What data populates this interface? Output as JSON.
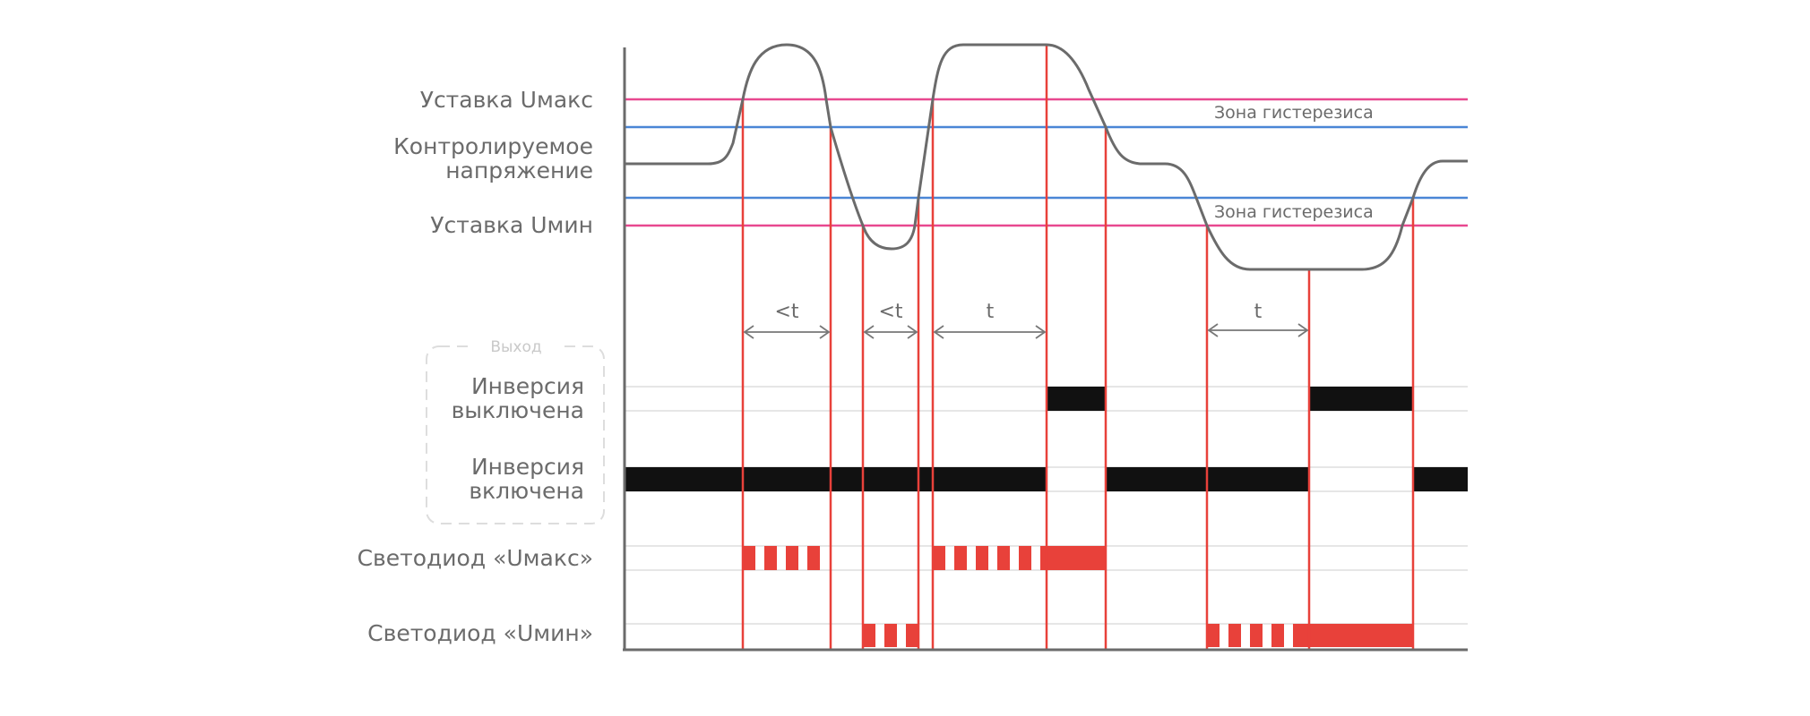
{
  "labels": {
    "umax_setpoint": "Уставка Uмакс",
    "controlled_voltage_1": "Контролируемое",
    "controlled_voltage_2": "напряжение",
    "umin_setpoint": "Уставка Uмин",
    "output_group": "Выход",
    "inversion_off_1": "Инверсия",
    "inversion_off_2": "выключена",
    "inversion_on_1": "Инверсия",
    "inversion_on_2": "включена",
    "led_umax": "Светодиод «Uмакс»",
    "led_umin": "Светодиод «Uмин»"
  },
  "hysteresis": {
    "upper": "Зона гистерезиса",
    "lower": "Зона гистерезиса"
  },
  "intervals": [
    {
      "label": "<t"
    },
    {
      "label": "<t"
    },
    {
      "label": "t"
    },
    {
      "label": "t"
    }
  ],
  "colors": {
    "setpoint": "#e8488f",
    "hysteresis_line": "#4a86d6",
    "event_line": "#e8413a",
    "signal": "#6b6b6b",
    "output_bar": "#111111",
    "led": "#e8413a",
    "axis": "#6b6b6b"
  }
}
